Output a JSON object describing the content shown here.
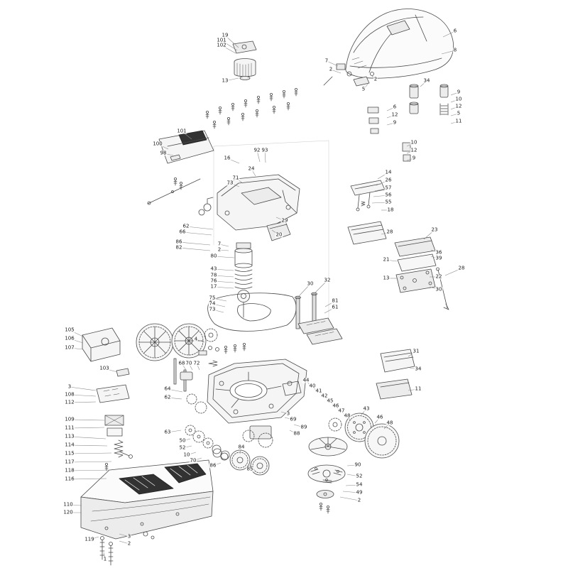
{
  "meta": {
    "title": "Robotic mower exploded parts diagram",
    "background": "#ffffff",
    "ink": "#4a4a4a",
    "leader_color": "#8a8a8a",
    "label_color": "#222222",
    "dark_fill": "#323232"
  },
  "labels": [
    [
      "19",
      317,
      50,
      336,
      67
    ],
    [
      "101",
      312,
      57,
      334,
      71
    ],
    [
      "102",
      312,
      64,
      332,
      75
    ],
    [
      "13",
      317,
      114,
      336,
      110
    ],
    [
      "6",
      641,
      44,
      624,
      52
    ],
    [
      "8",
      641,
      71,
      622,
      76
    ],
    [
      "7",
      460,
      86,
      476,
      93
    ],
    [
      "2",
      466,
      98,
      480,
      103
    ],
    [
      "5",
      512,
      126,
      519,
      117
    ],
    [
      "2",
      529,
      112,
      524,
      107
    ],
    [
      "34",
      601,
      114,
      592,
      122
    ],
    [
      "9",
      646,
      130,
      635,
      134
    ],
    [
      "10",
      646,
      140,
      635,
      144
    ],
    [
      "12",
      646,
      150,
      635,
      154
    ],
    [
      "5",
      646,
      160,
      635,
      163
    ],
    [
      "11",
      646,
      171,
      635,
      174
    ],
    [
      "6",
      556,
      151,
      545,
      156
    ],
    [
      "12",
      556,
      162,
      545,
      166
    ],
    [
      "9",
      556,
      173,
      545,
      176
    ],
    [
      "10",
      583,
      201,
      573,
      206
    ],
    [
      "12",
      583,
      212,
      573,
      216
    ],
    [
      "9",
      583,
      223,
      573,
      226
    ],
    [
      "101",
      256,
      185,
      270,
      196
    ],
    [
      "100",
      222,
      203,
      237,
      210
    ],
    [
      "98",
      230,
      216,
      244,
      219
    ],
    [
      "16",
      320,
      223,
      337,
      230
    ],
    [
      "92",
      362,
      212,
      366,
      228
    ],
    [
      "93",
      373,
      212,
      374,
      229
    ],
    [
      "24",
      354,
      238,
      360,
      248
    ],
    [
      "71",
      332,
      251,
      342,
      258
    ],
    [
      "73",
      324,
      258,
      337,
      263
    ],
    [
      "29",
      401,
      311,
      389,
      306
    ],
    [
      "20",
      393,
      331,
      383,
      324
    ],
    [
      "7",
      309,
      344,
      322,
      347
    ],
    [
      "2",
      309,
      352,
      322,
      353
    ],
    [
      "62",
      262,
      319,
      300,
      323
    ],
    [
      "66",
      257,
      327,
      298,
      331
    ],
    [
      "86",
      252,
      341,
      296,
      345
    ],
    [
      "82",
      252,
      349,
      296,
      353
    ],
    [
      "80",
      301,
      361,
      330,
      363
    ],
    [
      "43",
      301,
      379,
      329,
      381
    ],
    [
      "78",
      301,
      388,
      329,
      390
    ],
    [
      "76",
      301,
      396,
      329,
      398
    ],
    [
      "17",
      301,
      404,
      329,
      406
    ],
    [
      "75",
      299,
      420,
      319,
      424
    ],
    [
      "74",
      299,
      428,
      317,
      432
    ],
    [
      "73",
      299,
      436,
      315,
      440
    ],
    [
      "30",
      437,
      400,
      421,
      417
    ],
    [
      "32",
      461,
      395,
      444,
      412
    ],
    [
      "81",
      472,
      424,
      458,
      432
    ],
    [
      "61",
      472,
      433,
      457,
      441
    ],
    [
      "14",
      547,
      243,
      532,
      252
    ],
    [
      "26",
      547,
      254,
      530,
      261
    ],
    [
      "57",
      547,
      265,
      528,
      269
    ],
    [
      "56",
      547,
      275,
      526,
      277
    ],
    [
      "55",
      547,
      285,
      524,
      286
    ],
    [
      "18",
      550,
      296,
      537,
      296
    ],
    [
      "28",
      549,
      327,
      537,
      330
    ],
    [
      "23",
      612,
      324,
      597,
      337
    ],
    [
      "36",
      618,
      356,
      607,
      352
    ],
    [
      "39",
      618,
      364,
      607,
      361
    ],
    [
      "21",
      544,
      366,
      559,
      368
    ],
    [
      "13",
      544,
      392,
      559,
      392
    ],
    [
      "22",
      618,
      390,
      605,
      390
    ],
    [
      "30",
      618,
      408,
      605,
      404
    ],
    [
      "28",
      650,
      378,
      627,
      388
    ],
    [
      "105",
      98,
      465,
      117,
      474
    ],
    [
      "106",
      98,
      477,
      117,
      483
    ],
    [
      "107",
      98,
      490,
      117,
      492
    ],
    [
      "103",
      147,
      519,
      165,
      524
    ],
    [
      "3",
      98,
      545,
      135,
      550
    ],
    [
      "108",
      98,
      556,
      135,
      558
    ],
    [
      "112",
      98,
      567,
      135,
      566
    ],
    [
      "109",
      98,
      591,
      147,
      592
    ],
    [
      "111",
      98,
      603,
      147,
      602
    ],
    [
      "113",
      98,
      615,
      149,
      618
    ],
    [
      "114",
      98,
      627,
      151,
      628
    ],
    [
      "115",
      98,
      639,
      157,
      638
    ],
    [
      "117",
      98,
      651,
      157,
      650
    ],
    [
      "118",
      98,
      663,
      157,
      662
    ],
    [
      "116",
      98,
      675,
      150,
      674
    ],
    [
      "110",
      96,
      711,
      115,
      712
    ],
    [
      "120",
      96,
      722,
      115,
      722
    ],
    [
      "119",
      126,
      760,
      139,
      756
    ],
    [
      "3",
      182,
      756,
      168,
      752
    ],
    [
      "2",
      182,
      766,
      168,
      762
    ],
    [
      "1",
      148,
      788,
      146,
      778
    ],
    [
      "68",
      256,
      512,
      262,
      521
    ],
    [
      "70",
      266,
      512,
      271,
      521
    ],
    [
      "72",
      277,
      512,
      281,
      521
    ],
    [
      "64",
      236,
      548,
      257,
      552
    ],
    [
      "62",
      236,
      560,
      256,
      562
    ],
    [
      "63",
      236,
      609,
      255,
      606
    ],
    [
      "50",
      257,
      621,
      268,
      618
    ],
    [
      "52",
      257,
      631,
      270,
      628
    ],
    [
      "10",
      263,
      641,
      276,
      637
    ],
    [
      "70",
      272,
      649,
      284,
      645
    ],
    [
      "4",
      276,
      478,
      288,
      482
    ],
    [
      "84",
      340,
      630,
      338,
      639
    ],
    [
      "85",
      352,
      661,
      352,
      655
    ],
    [
      "86",
      300,
      656,
      311,
      652
    ],
    [
      "88",
      418,
      611,
      408,
      606
    ],
    [
      "89",
      428,
      602,
      414,
      598
    ],
    [
      "3",
      406,
      583,
      396,
      580
    ],
    [
      "69",
      413,
      591,
      401,
      588
    ],
    [
      "44",
      431,
      536,
      438,
      544
    ],
    [
      "40",
      440,
      544,
      446,
      551
    ],
    [
      "41",
      449,
      551,
      454,
      558
    ],
    [
      "42",
      457,
      558,
      462,
      565
    ],
    [
      "45",
      465,
      565,
      470,
      572
    ],
    [
      "46",
      473,
      572,
      478,
      579
    ],
    [
      "47",
      481,
      579,
      486,
      586
    ],
    [
      "48",
      489,
      586,
      494,
      592
    ],
    [
      "43",
      516,
      576,
      509,
      584
    ],
    [
      "46",
      535,
      588,
      528,
      596
    ],
    [
      "48",
      549,
      596,
      541,
      604
    ],
    [
      "31",
      586,
      495,
      575,
      502
    ],
    [
      "34",
      589,
      520,
      577,
      518
    ],
    [
      "11",
      589,
      548,
      575,
      550
    ],
    [
      "90",
      504,
      655,
      489,
      656
    ],
    [
      "52",
      506,
      671,
      489,
      668
    ],
    [
      "54",
      506,
      683,
      487,
      684
    ],
    [
      "49",
      506,
      694,
      483,
      692
    ],
    [
      "2",
      506,
      705,
      479,
      700
    ]
  ]
}
